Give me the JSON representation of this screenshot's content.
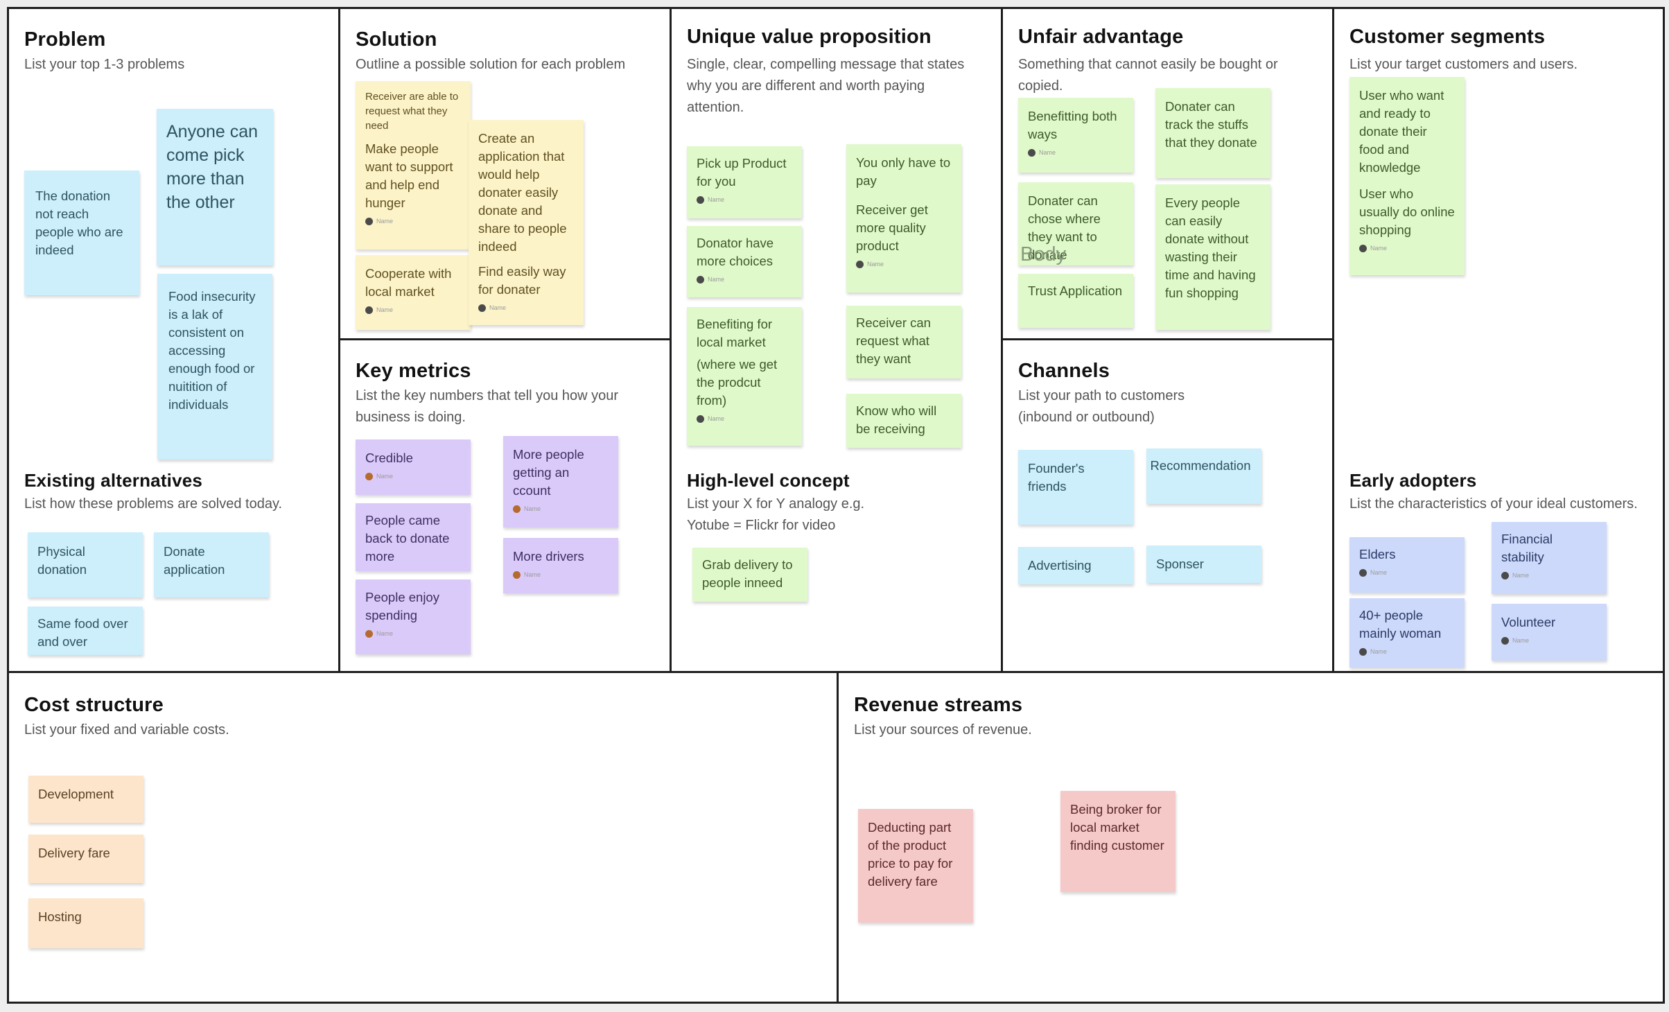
{
  "canvas": {
    "sections": {
      "problem": {
        "title": "Problem",
        "desc": "List your top 1-3 problems"
      },
      "solution": {
        "title": "Solution",
        "desc": "Outline a possible solution for each problem"
      },
      "uvp": {
        "title": "Unique value proposition",
        "desc": "Single, clear, compelling message that states why you are different and worth paying attention."
      },
      "unfair": {
        "title": "Unfair advantage",
        "desc": "Something that cannot easily be bought or copied."
      },
      "segments": {
        "title": "Customer segments",
        "desc": "List your target customers and users."
      },
      "alternatives": {
        "title": "Existing alternatives",
        "desc": "List how these problems are solved today."
      },
      "metrics": {
        "title": "Key metrics",
        "desc": "List the key numbers that tell you how your business is doing."
      },
      "concept": {
        "title": "High-level concept",
        "desc": "List your X for Y analogy e.g. Yotube = Flickr for video"
      },
      "channels": {
        "title": "Channels",
        "desc": "List your path to customers (inbound or outbound)"
      },
      "adopters": {
        "title": "Early adopters",
        "desc": "List the characteristics of your ideal customers."
      },
      "cost": {
        "title": "Cost structure",
        "desc": "List your fixed and variable costs."
      },
      "revenue": {
        "title": "Revenue streams",
        "desc": "List your sources of revenue."
      }
    },
    "author_name": "Name",
    "body_label": "Body",
    "notes": {
      "problem": [
        "The donation not reach people who are indeed",
        "Anyone can come pick more than the other",
        "Food insecurity is a lak of consistent on accessing enough food or nuitition of individuals"
      ],
      "alternatives": [
        "Physical donation",
        "Donate application",
        "Same food over and over"
      ],
      "solution": {
        "receiver_small": "Receiver are able to request what they need",
        "support": "Make people want to support and help end hunger",
        "cooperate": "Cooperate with local market",
        "app": "Create an application that would help donater easily donate and share to people indeed",
        "find": "Find easily way for donater"
      },
      "metrics": [
        "Credible",
        "People came back to donate more",
        "People enjoy spending",
        "More people getting an ccount",
        "More drivers"
      ],
      "uvp": {
        "pickup": "Pick up Product for you",
        "choices": "Donator have more choices",
        "benefit_a": "Benefiting for local market",
        "benefit_b": "(where we get the prodcut from)",
        "pay": "You only have to pay",
        "quality": "Receiver get more quality product",
        "request": "Receiver can request what they want",
        "know": "Know who will be receiving"
      },
      "concept": [
        "Grab delivery to people inneed"
      ],
      "unfair": [
        "Benefitting both ways",
        "Donater can chose where they want to donate",
        "Trust Application",
        "Donater can track the stuffs that they donate",
        "Every people can easily donate without wasting their time and having fun shopping"
      ],
      "channels": [
        "Founder's friends",
        "Recommendation",
        "Advertising",
        "Sponser"
      ],
      "segments": [
        "User who want and ready to donate their food and knowledge",
        "User who usually do online shopping"
      ],
      "adopters": [
        "Elders",
        "40+ people mainly woman",
        "Financial stability",
        "Volunteer"
      ],
      "cost": [
        "Development",
        "Delivery fare",
        "Hosting"
      ],
      "revenue": [
        "Deducting part of the product price to pay for delivery fare",
        "Being broker for local market finding customer"
      ]
    },
    "colors": {
      "blue": "#cdeefb",
      "yellow": "#fcf3c9",
      "green": "#e0f9ca",
      "purple": "#dacaf9",
      "periwinkle": "#ccd9fb",
      "peach": "#fde5cb",
      "pink": "#f6c9c9",
      "border": "#1e1e1e"
    }
  }
}
